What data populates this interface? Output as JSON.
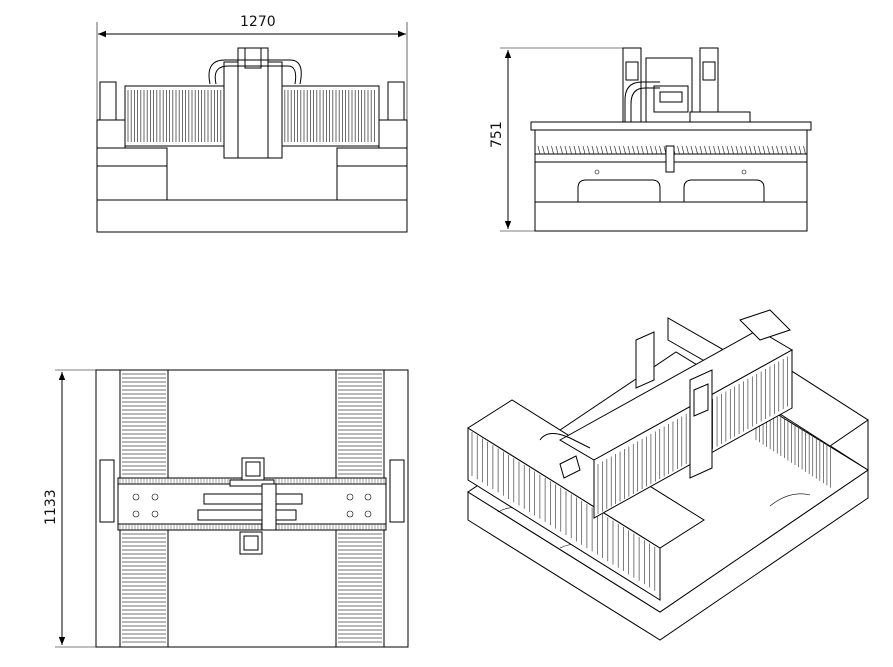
{
  "drawing": {
    "dimensions": {
      "width": "1270",
      "height": "751",
      "depth": "1133"
    }
  },
  "colors": {
    "line": "#000000",
    "background": "#ffffff",
    "fins": "#444444"
  }
}
